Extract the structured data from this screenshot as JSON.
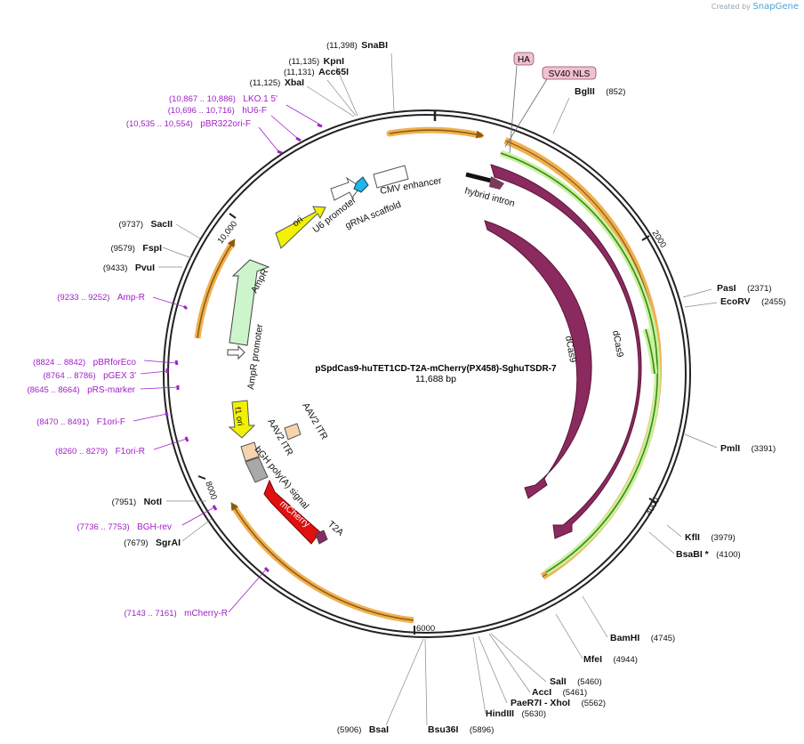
{
  "credit": {
    "prefix": "Created by",
    "brand": "SnapGene"
  },
  "plasmid": {
    "name": "pSpdCas9-huTET1CD-T2A-mCherry(PX458)-SghuTSDR-7",
    "size": "11,688 bp"
  },
  "ruler_ticks": [
    "2000",
    "4000",
    "6000",
    "8000",
    "10,000"
  ],
  "enzymes": [
    {
      "pos": "(11,398)",
      "name": "SnaBI"
    },
    {
      "pos": "(11,135)",
      "name": "KpnI"
    },
    {
      "pos": "(11,131)",
      "name": "Acc65I"
    },
    {
      "pos": "(11,125)",
      "name": "XbaI"
    },
    {
      "pos": "(852)",
      "name": "BglII"
    },
    {
      "pos": "(2371)",
      "name": "PasI"
    },
    {
      "pos": "(2455)",
      "name": "EcoRV"
    },
    {
      "pos": "(3391)",
      "name": "PmlI"
    },
    {
      "pos": "(3979)",
      "name": "KflI"
    },
    {
      "pos": "(4100)",
      "name": "BsaBI *"
    },
    {
      "pos": "(4745)",
      "name": "BamHI"
    },
    {
      "pos": "(4944)",
      "name": "MfeI"
    },
    {
      "pos": "(5460)",
      "name": "SalI"
    },
    {
      "pos": "(5461)",
      "name": "AccI"
    },
    {
      "pos": "(5562)",
      "name": "PaeR7I - XhoI"
    },
    {
      "pos": "(5630)",
      "name": "HindIII"
    },
    {
      "pos": "(5896)",
      "name": "Bsu36I"
    },
    {
      "pos": "(5906)",
      "name": "BsaI"
    },
    {
      "pos": "(7679)",
      "name": "SgrAI"
    },
    {
      "pos": "(7951)",
      "name": "NotI"
    },
    {
      "pos": "(9433)",
      "name": "PvuI"
    },
    {
      "pos": "(9579)",
      "name": "FspI"
    },
    {
      "pos": "(9737)",
      "name": "SacII"
    }
  ],
  "primers": [
    {
      "pos": "(10,867 .. 10,886)",
      "name": "LKO.1 5'"
    },
    {
      "pos": "(10,696 .. 10,716)",
      "name": "hU6-F"
    },
    {
      "pos": "(10,535 .. 10,554)",
      "name": "pBR322ori-F"
    },
    {
      "pos": "(9233 .. 9252)",
      "name": "Amp-R"
    },
    {
      "pos": "(8824 .. 8842)",
      "name": "pBRforEco"
    },
    {
      "pos": "(8764 .. 8786)",
      "name": "pGEX 3'"
    },
    {
      "pos": "(8645 .. 8664)",
      "name": "pRS-marker"
    },
    {
      "pos": "(8470 .. 8491)",
      "name": "F1ori-F"
    },
    {
      "pos": "(8260 .. 8279)",
      "name": "F1ori-R"
    },
    {
      "pos": "(7736 .. 7753)",
      "name": "BGH-rev"
    },
    {
      "pos": "(7143 .. 7161)",
      "name": "mCherry-R"
    }
  ],
  "tags": {
    "ha": "HA",
    "sv40": "SV40 NLS"
  },
  "features": {
    "cmv_enhancer": "CMV enhancer",
    "grna_scaffold": "gRNA scaffold",
    "u6_promoter": "U6 promoter",
    "ori": "ori",
    "ampr": "AmpR",
    "ampr_promoter": "AmpR promoter",
    "f1_ori": "f1 ori",
    "aav2_itr_1": "AAV2 ITR",
    "aav2_itr_2": "AAV2 ITR",
    "bgh_polya": "bGH poly(A) signal",
    "mcherry": "mCherry",
    "t2a": "T2A",
    "hybrid_intron": "hybrid intron",
    "dcas9_inner": "dCas9",
    "dcas9_outer": "dCas9"
  },
  "colors": {
    "dcas9": "#8b2a5f",
    "mcherry": "#e01010",
    "ori": "#f2f200",
    "ampr": "#ccf5cc",
    "aav2_itr": "#f7d4ad",
    "bgh": "#a9a9a9",
    "gRNA": "#21b5e8",
    "orf_orange": "#f0b050",
    "orf_green": "#60b020",
    "primer": "#a020c8",
    "tag": "#f2c0d0"
  }
}
